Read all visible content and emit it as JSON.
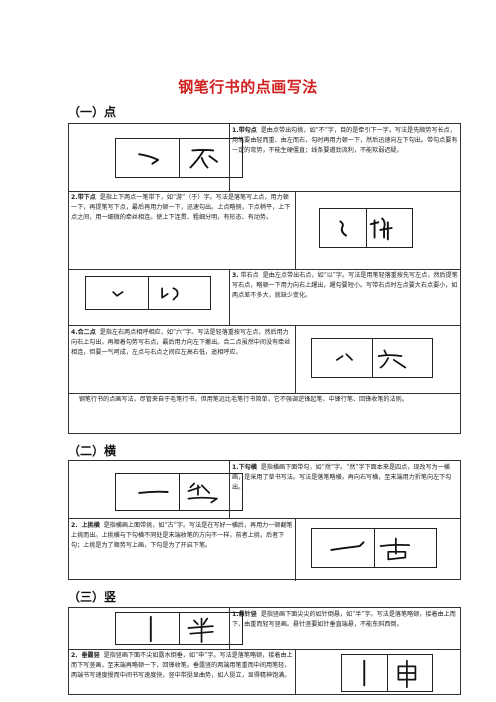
{
  "title": "钢笔行书的点画写法",
  "sections": {
    "dot": {
      "heading": "（一）点",
      "items": [
        {
          "num": "1.",
          "name": "带勾点",
          "text": "是由点带出勾挑，如“不”字，目的是牵引下一字。写法是先顺势写长点，用笔要由轻而重、由左而右，勾时再用力顿一下，然后迅速向左下勾出。带勾点要有一定的弯势，不能生硬僵直；线条要遒劲流利，不能软弱迟疑。"
        },
        {
          "num": "2.",
          "name": "带下点",
          "text": "是指上下两点一笔带下，如“游”（于）字。写法是落笔写上点，用力顿一下，再提笔写下点，最后再用力顿一下，迅速勾出。上点略侧，下点稍平，上下点之间，用一细微的牵丝相连。使上下连贯、粗细分明，有形态、有动势。"
        },
        {
          "num": "3.",
          "name": "带右点",
          "text": "是由左点带出右点，如“以”字。写法是用笔轻落重按先写左点，然后提笔写右点，略顿一下用力向右上趯出，趯勾要短小。写带右点时左点要大右点要小，如两点差不多大，就缺少变化。"
        },
        {
          "num": "4.",
          "name": "合二点",
          "text": "是指左右两点相呼相应，如“六”字。写法是轻落重按写左点，然后用力向右上勾出，再顺着勾势写右点，最后用力向左下撇出。合二点虽然中间没有牵丝相连，但要一气呵成，左点与右点之间应左高右低，遥相呼应。"
        }
      ],
      "note": "钢笔行书的点画写法，尽管来自于毛笔行书，但用笔远比毛笔行书简单，它不强调逆锋起笔、中锋行笔、回锋收笔的法则。"
    },
    "heng": {
      "heading": "（二）横",
      "items": [
        {
          "num": "1.",
          "name": "下勾横",
          "text": "是指横画下面带勾，如“然”字。“然”字下面本来是四点，现改写为一横画，是采用了草书写法。写法是落笔略横，再向右写横，至末端用力折笔向左下勾出。"
        },
        {
          "num": "2.",
          "name": "上挑横",
          "text": "是指横画上面带挑，如“古”字。写法是在写好一横后，再用力一顿翻笔上挑而出。上挑横与下勾横不同处是末端收笔的方向不一样，前者上挑，后者下勾；上挑是为了顺势写上画，下勾是为了开启下笔。"
        }
      ]
    },
    "shu": {
      "heading": "（三）竖",
      "items": [
        {
          "num": "1.",
          "name": "悬针竖",
          "text": "是指竖画下面尖尖的如针倒悬，如“半”字。写法是落笔略顿，接着由上而下、由重而轻写竖画。悬针竖要如针垂直端悬，不能东斜西倒。"
        },
        {
          "num": "2.",
          "name": "垂露竖",
          "text": "是指竖画下面不尖如露水倒垂，如“申”字。写法是落笔略顿，接着由上而下写竖画，至末端再略顿一下，回锋收笔。垂露竖的两端用笔重而中间用笔轻，两端书写速度慢而中间书写速度快，竖中带挺显曲势，如人挺立，显得精神饱满。"
        }
      ]
    }
  }
}
